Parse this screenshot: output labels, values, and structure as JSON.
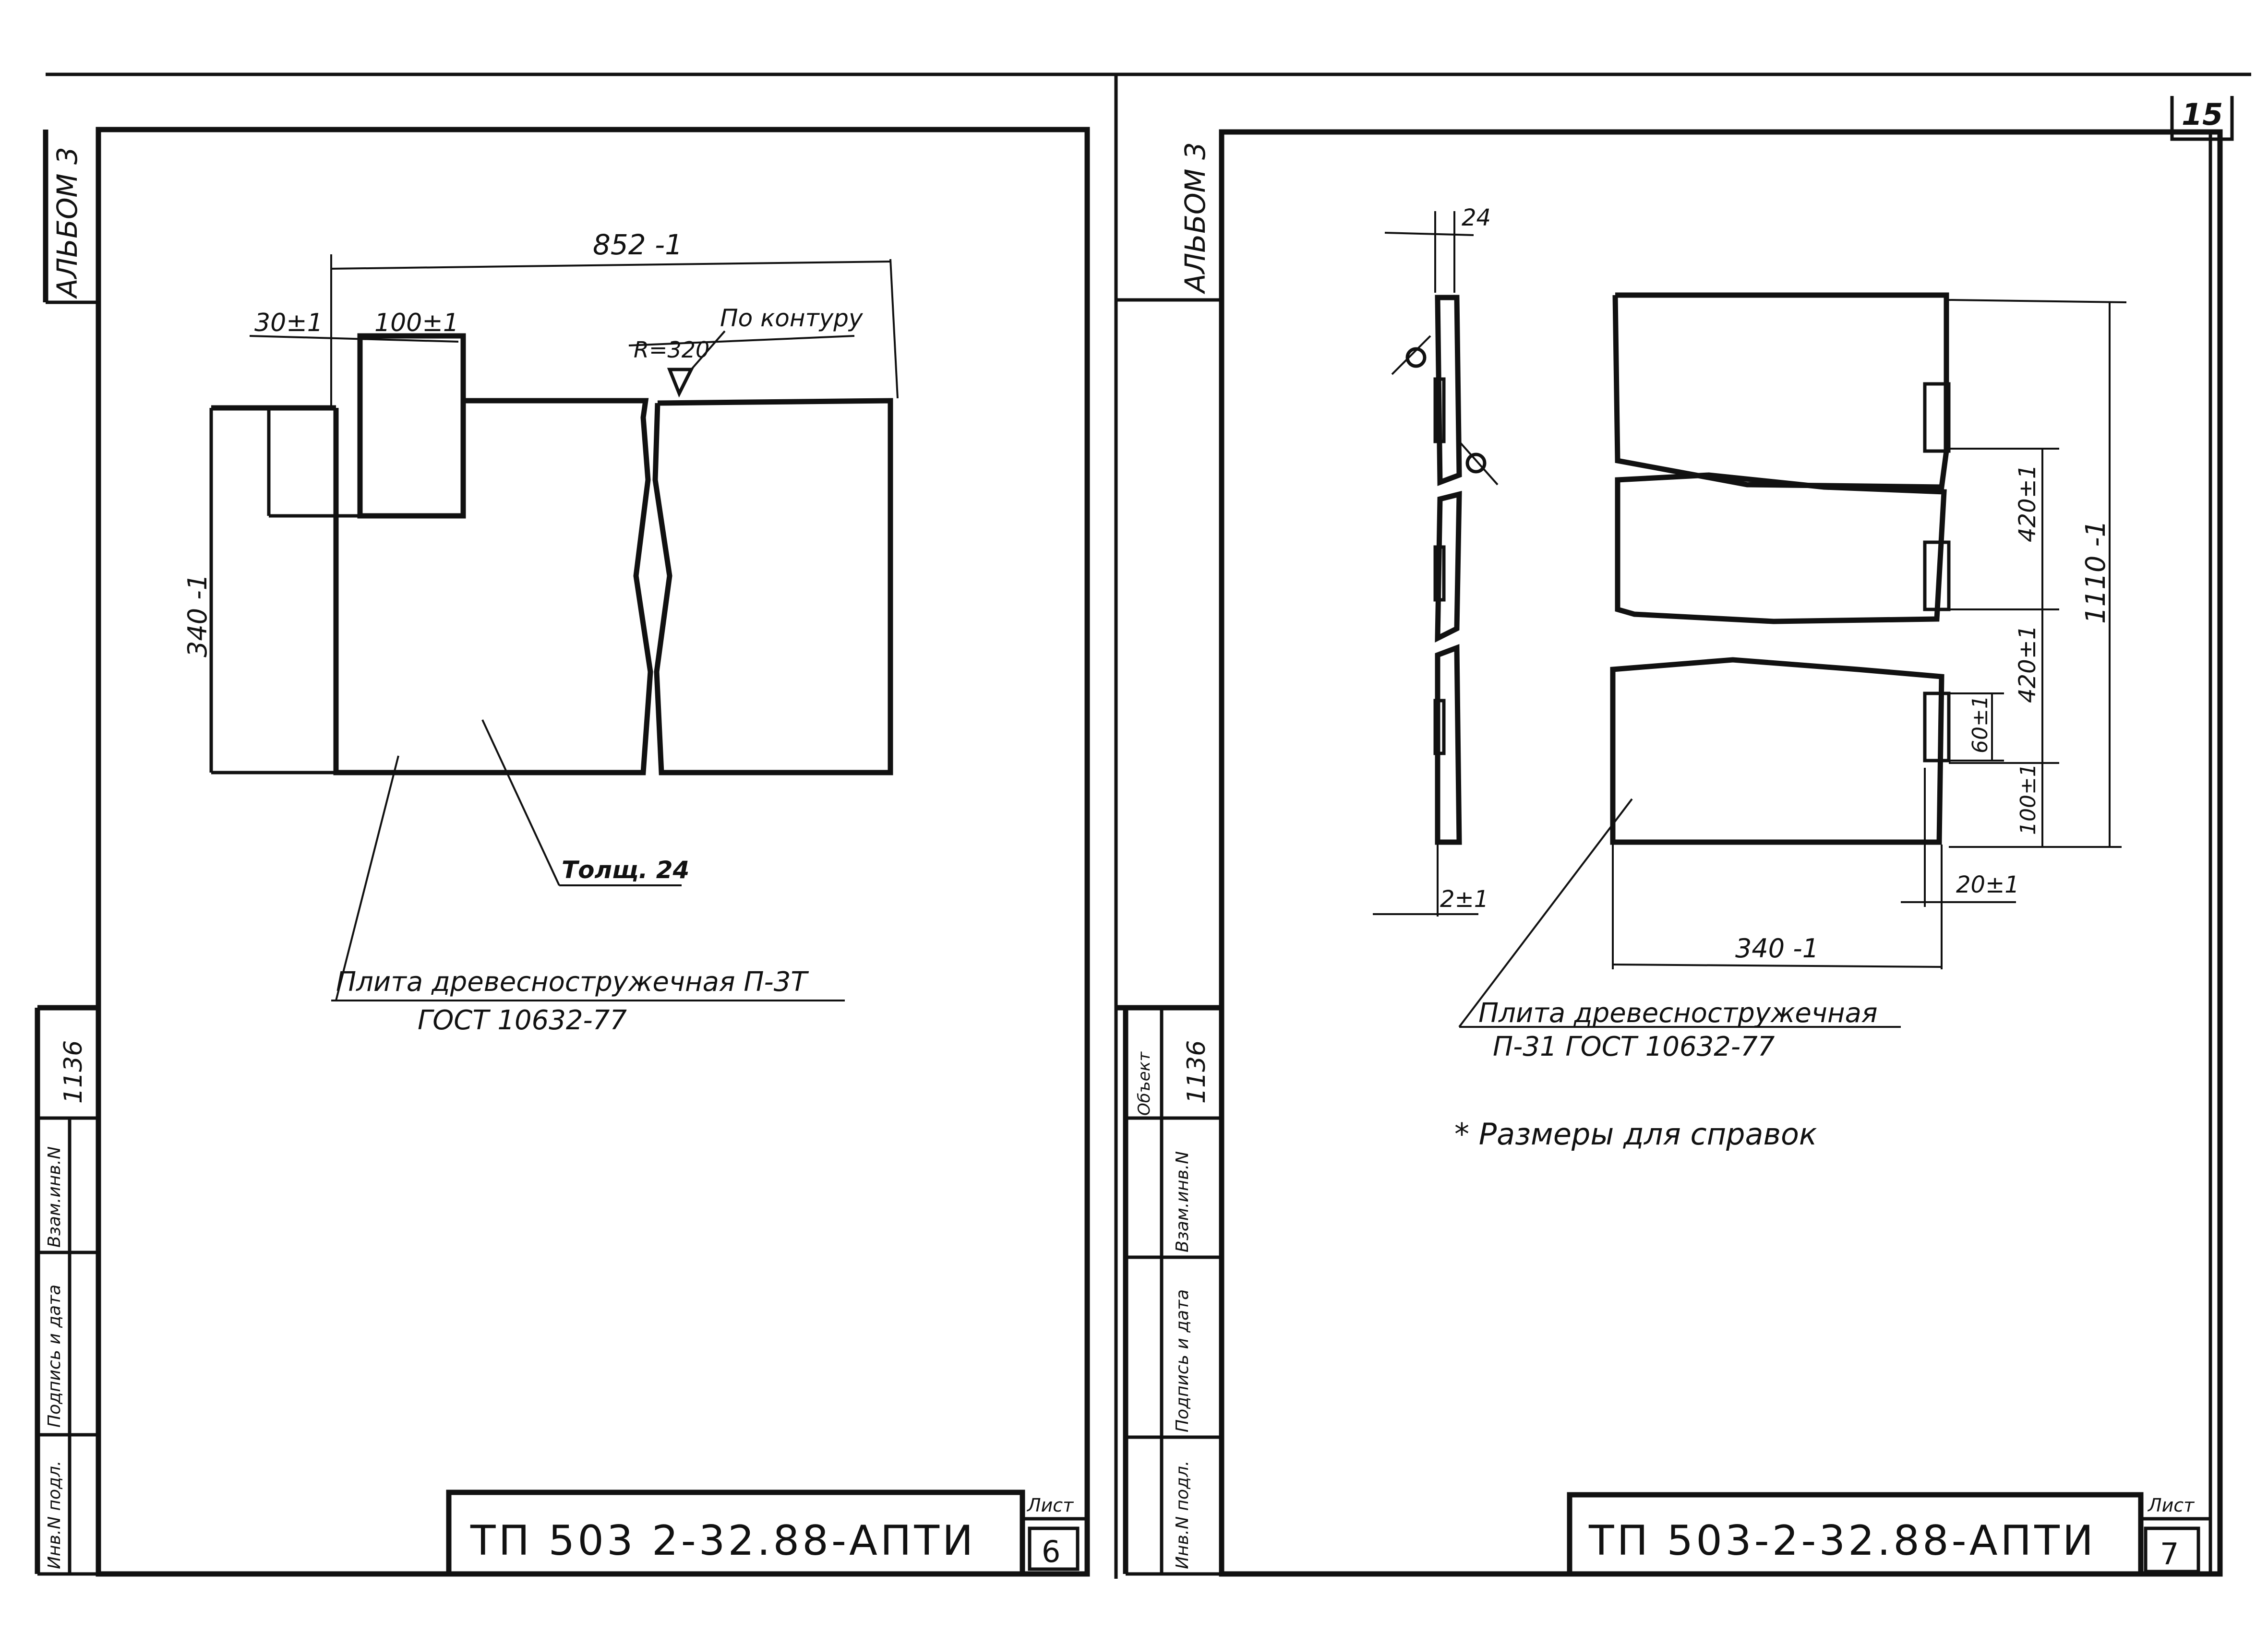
{
  "sheet_number": "15",
  "left": {
    "album": "АЛЬБОМ 3",
    "side_code": "1136",
    "side_stamp_1": "Инв.N подл.",
    "side_stamp_2": "Подпись и дата",
    "side_stamp_3": "Взам.инв.N",
    "dim_overall": "852 -1",
    "dim_edge": "30±1",
    "dim_cut": "100±1",
    "contour_note": "По контуру",
    "radius": "R=320",
    "dim_height": "340 -1",
    "thickness": "Толщ. 24",
    "material_line1": "Плита древесностружечная П-3Т",
    "material_line2": "ГОСТ 10632-77",
    "doc_code": "ТП 503 2-32.88-АПТИ",
    "sheet_label": "Лист",
    "sheet_no": "6"
  },
  "right": {
    "album": "АЛЬБОМ 3",
    "side_code": "1136",
    "side_label": "Объект",
    "side_stamp_1": "Инв.N подл.",
    "side_stamp_2": "Подпись и дата",
    "side_stamp_3": "Взам.инв.N",
    "dim_thickness": "24",
    "dim_offset": "2±1",
    "dim_total_height": "1110 -1",
    "dim_pitch_1": "420±1",
    "dim_pitch_2": "420±1",
    "dim_slot": "60±1",
    "dim_bottom": "100±1",
    "dim_slot_depth": "20±1",
    "dim_width": "340 -1",
    "material_line1": "Плита древесностружечная",
    "material_line2": "П-31 ГОСТ 10632-77",
    "note": "* Размеры для справок",
    "doc_code": "ТП 503-2-32.88-АПТИ",
    "sheet_label": "Лист",
    "sheet_no": "7"
  }
}
